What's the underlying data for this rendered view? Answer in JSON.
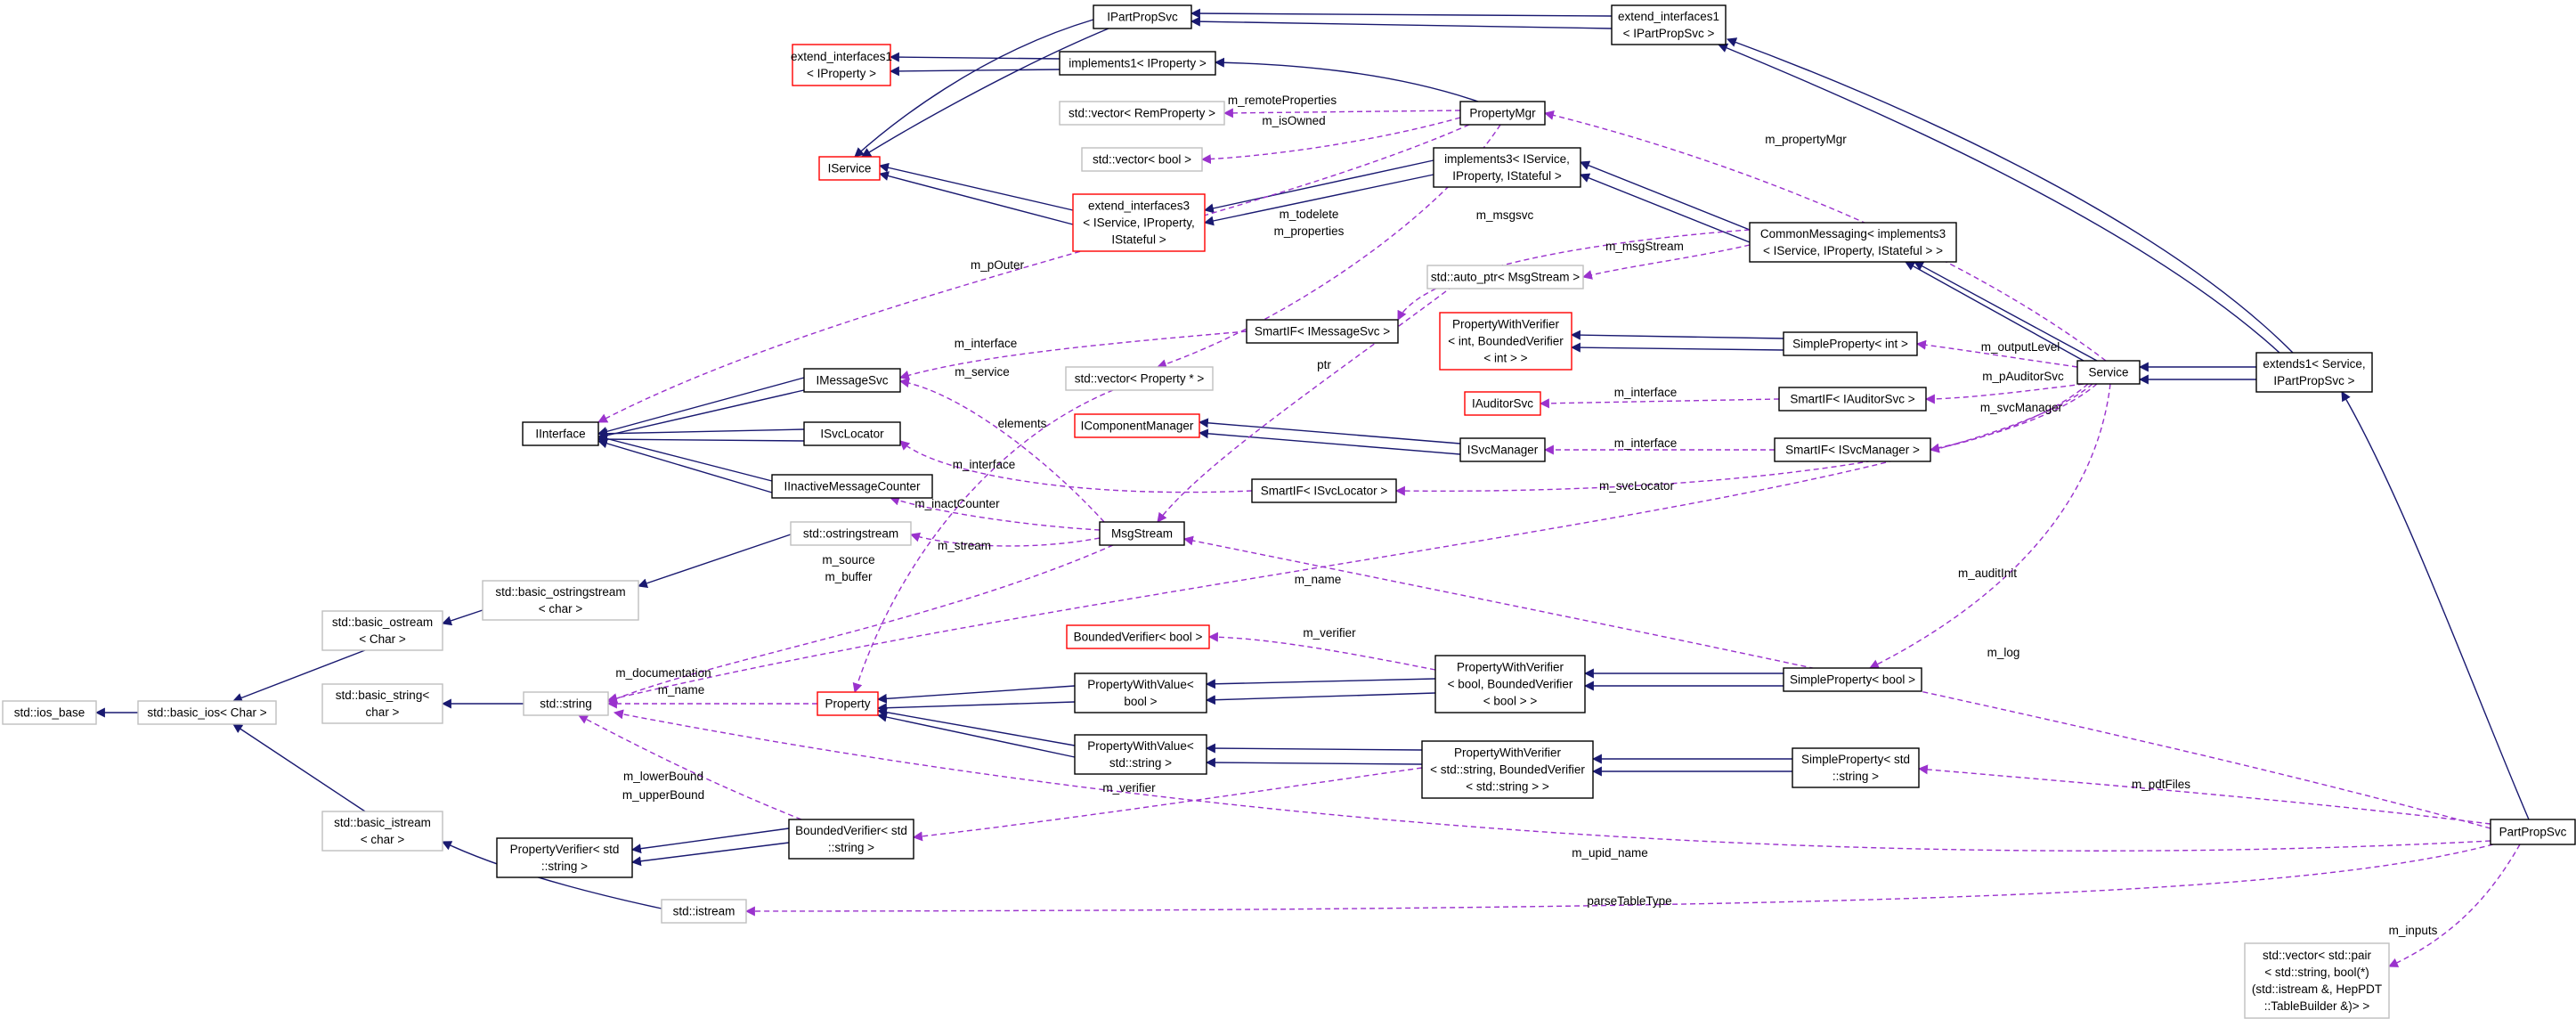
{
  "colors": {
    "inherit_edge": "#191970",
    "usage_edge": "#9a32cd",
    "border_documented": "#000000",
    "border_undocumented": "#bfbfbf",
    "border_external": "#ff0000",
    "highlight_fill": "#bfbfbf"
  },
  "nodes": [
    {
      "id": "PartPropSvc",
      "lines": [
        "PartPropSvc"
      ],
      "style": "highlight"
    },
    {
      "id": "IPartPropSvc",
      "lines": [
        "IPartPropSvc"
      ],
      "style": "documented"
    },
    {
      "id": "ext_if1_PPS",
      "lines": [
        "extend_interfaces1",
        "< IPartPropSvc >"
      ],
      "style": "documented"
    },
    {
      "id": "ext_if1_IProp",
      "lines": [
        "extend_interfaces1",
        "< IProperty >"
      ],
      "style": "external"
    },
    {
      "id": "impl1_IProp",
      "lines": [
        "implements1< IProperty >"
      ],
      "style": "documented"
    },
    {
      "id": "vec_RemProp",
      "lines": [
        "std::vector< RemProperty >"
      ],
      "style": "undocumented"
    },
    {
      "id": "PropertyMgr",
      "lines": [
        "PropertyMgr"
      ],
      "style": "documented"
    },
    {
      "id": "vec_bool",
      "lines": [
        "std::vector< bool >"
      ],
      "style": "undocumented"
    },
    {
      "id": "IService",
      "lines": [
        "IService"
      ],
      "style": "external"
    },
    {
      "id": "impl3",
      "lines": [
        "implements3< IService,",
        "IProperty, IStateful >"
      ],
      "style": "documented"
    },
    {
      "id": "ext_if3",
      "lines": [
        "extend_interfaces3",
        "< IService, IProperty,",
        "IStateful >"
      ],
      "style": "external"
    },
    {
      "id": "CommonMessaging",
      "lines": [
        "CommonMessaging< implements3",
        "< IService, IProperty, IStateful > >"
      ],
      "style": "documented"
    },
    {
      "id": "auto_ptr",
      "lines": [
        "std::auto_ptr< MsgStream >"
      ],
      "style": "undocumented"
    },
    {
      "id": "PWV_int",
      "lines": [
        "PropertyWithVerifier",
        "< int, BoundedVerifier",
        "< int > >"
      ],
      "style": "external"
    },
    {
      "id": "SP_int",
      "lines": [
        "SimpleProperty< int >"
      ],
      "style": "documented"
    },
    {
      "id": "SmartIF_IMsg",
      "lines": [
        "SmartIF< IMessageSvc >"
      ],
      "style": "documented"
    },
    {
      "id": "Service",
      "lines": [
        "Service"
      ],
      "style": "documented"
    },
    {
      "id": "extends1",
      "lines": [
        "extends1< Service,",
        "IPartPropSvc >"
      ],
      "style": "documented"
    },
    {
      "id": "IMessageSvc",
      "lines": [
        "IMessageSvc"
      ],
      "style": "documented"
    },
    {
      "id": "vec_Prop",
      "lines": [
        "std::vector< Property * >"
      ],
      "style": "undocumented"
    },
    {
      "id": "IAuditorSvc",
      "lines": [
        "IAuditorSvc"
      ],
      "style": "external"
    },
    {
      "id": "SmartIF_IAud",
      "lines": [
        "SmartIF< IAuditorSvc >"
      ],
      "style": "documented"
    },
    {
      "id": "IInterface",
      "lines": [
        "IInterface"
      ],
      "style": "documented"
    },
    {
      "id": "ISvcLocator",
      "lines": [
        "ISvcLocator"
      ],
      "style": "documented"
    },
    {
      "id": "IComponentManager",
      "lines": [
        "IComponentManager"
      ],
      "style": "external"
    },
    {
      "id": "ISvcManager",
      "lines": [
        "ISvcManager"
      ],
      "style": "documented"
    },
    {
      "id": "SmartIF_ISvcMgr",
      "lines": [
        "SmartIF< ISvcManager >"
      ],
      "style": "documented"
    },
    {
      "id": "IInactive",
      "lines": [
        "IInactiveMessageCounter"
      ],
      "style": "documented"
    },
    {
      "id": "SmartIF_ISvcLoc",
      "lines": [
        "SmartIF< ISvcLocator >"
      ],
      "style": "documented"
    },
    {
      "id": "ostringstream",
      "lines": [
        "std::ostringstream"
      ],
      "style": "undocumented"
    },
    {
      "id": "MsgStream",
      "lines": [
        "MsgStream"
      ],
      "style": "documented"
    },
    {
      "id": "basic_ostringstream",
      "lines": [
        "std::basic_ostringstream",
        "< char >"
      ],
      "style": "undocumented"
    },
    {
      "id": "basic_ostream",
      "lines": [
        "std::basic_ostream",
        "< Char >"
      ],
      "style": "undocumented"
    },
    {
      "id": "BV_bool",
      "lines": [
        "BoundedVerifier< bool >"
      ],
      "style": "external"
    },
    {
      "id": "PWV_bool",
      "lines": [
        "PropertyWithVerifier",
        "< bool, BoundedVerifier",
        "< bool > >"
      ],
      "style": "documented"
    },
    {
      "id": "SP_bool",
      "lines": [
        "SimpleProperty< bool >"
      ],
      "style": "documented"
    },
    {
      "id": "ios_base",
      "lines": [
        "std::ios_base"
      ],
      "style": "undocumented"
    },
    {
      "id": "basic_ios",
      "lines": [
        "std::basic_ios< Char >"
      ],
      "style": "undocumented"
    },
    {
      "id": "basic_string",
      "lines": [
        "std::basic_string<",
        "char >"
      ],
      "style": "undocumented"
    },
    {
      "id": "string",
      "lines": [
        "std::string"
      ],
      "style": "undocumented"
    },
    {
      "id": "Property",
      "lines": [
        "Property"
      ],
      "style": "external"
    },
    {
      "id": "PWVal_bool",
      "lines": [
        "PropertyWithValue<",
        "bool >"
      ],
      "style": "documented"
    },
    {
      "id": "PWVal_str",
      "lines": [
        "PropertyWithValue<",
        "std::string >"
      ],
      "style": "documented"
    },
    {
      "id": "PWV_str",
      "lines": [
        "PropertyWithVerifier",
        "< std::string, BoundedVerifier",
        "< std::string > >"
      ],
      "style": "documented"
    },
    {
      "id": "SP_str",
      "lines": [
        "SimpleProperty< std",
        "::string >"
      ],
      "style": "documented"
    },
    {
      "id": "basic_istream",
      "lines": [
        "std::basic_istream",
        "< char >"
      ],
      "style": "undocumented"
    },
    {
      "id": "BV_str",
      "lines": [
        "BoundedVerifier< std",
        "::string >"
      ],
      "style": "documented"
    },
    {
      "id": "PropVer_str",
      "lines": [
        "PropertyVerifier< std",
        "::string >"
      ],
      "style": "documented"
    },
    {
      "id": "istream",
      "lines": [
        "std::istream"
      ],
      "style": "undocumented"
    },
    {
      "id": "vec_pair",
      "lines": [
        "std::vector< std::pair",
        "< std::string, bool(*)",
        "(std::istream &, HepPDT",
        "::TableBuilder &)> >"
      ],
      "style": "undocumented"
    }
  ],
  "edge_labels": [
    {
      "id": "m_remoteProperties",
      "text": "m_remoteProperties"
    },
    {
      "id": "m_isOwned",
      "text": "m_isOwned"
    },
    {
      "id": "m_propertyMgr",
      "text": "m_propertyMgr"
    },
    {
      "id": "m_todelete",
      "text": "m_todelete"
    },
    {
      "id": "m_properties",
      "text": "m_properties"
    },
    {
      "id": "m_msgsvc",
      "text": "m_msgsvc"
    },
    {
      "id": "m_msgStream",
      "text": "m_msgStream"
    },
    {
      "id": "m_pOuter",
      "text": "m_pOuter"
    },
    {
      "id": "m_interface_1",
      "text": "m_interface"
    },
    {
      "id": "ptr",
      "text": "ptr"
    },
    {
      "id": "m_outputLevel",
      "text": "m_outputLevel"
    },
    {
      "id": "m_service",
      "text": "m_service"
    },
    {
      "id": "m_pAuditorSvc",
      "text": "m_pAuditorSvc"
    },
    {
      "id": "m_interface_2",
      "text": "m_interface"
    },
    {
      "id": "m_svcManager",
      "text": "m_svcManager"
    },
    {
      "id": "elements",
      "text": "elements"
    },
    {
      "id": "m_interface_3",
      "text": "m_interface"
    },
    {
      "id": "m_interface_4",
      "text": "m_interface"
    },
    {
      "id": "m_svcLocator",
      "text": "m_svcLocator"
    },
    {
      "id": "m_inactCounter",
      "text": "m_inactCounter"
    },
    {
      "id": "m_stream",
      "text": "m_stream"
    },
    {
      "id": "m_source",
      "text": "m_source"
    },
    {
      "id": "m_buffer",
      "text": "m_buffer"
    },
    {
      "id": "m_name",
      "text": "m_name"
    },
    {
      "id": "m_auditInit",
      "text": "m_auditInit"
    },
    {
      "id": "m_verifier_1",
      "text": "m_verifier"
    },
    {
      "id": "m_log",
      "text": "m_log"
    },
    {
      "id": "m_documentation",
      "text": "m_documentation"
    },
    {
      "id": "m_name_2",
      "text": "m_name"
    },
    {
      "id": "m_lowerBound",
      "text": "m_lowerBound"
    },
    {
      "id": "m_upperBound",
      "text": "m_upperBound"
    },
    {
      "id": "m_verifier_2",
      "text": "m_verifier"
    },
    {
      "id": "m_pdtFiles",
      "text": "m_pdtFiles"
    },
    {
      "id": "m_upid_name",
      "text": "m_upid_name"
    },
    {
      "id": "parseTableType",
      "text": "parseTableType"
    },
    {
      "id": "m_inputs",
      "text": "m_inputs"
    }
  ]
}
